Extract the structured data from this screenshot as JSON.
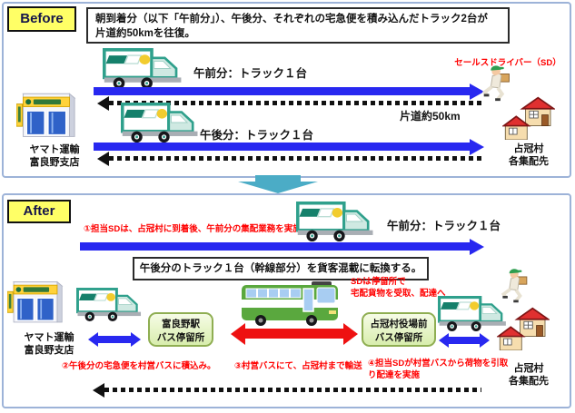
{
  "colors": {
    "panel_border": "#9db3d8",
    "tag_bg": "#ffff66",
    "arrow_blue": "#2828f0",
    "arrow_red": "#ee1111",
    "annotation_red": "#ff0000",
    "transition_teal": "#4bacc6",
    "bus_stop_bg": "#e4f3c3",
    "bus_stop_border": "#8fae52",
    "truck_teal": "#2fa08c"
  },
  "icons": {
    "truck": "delivery-truck-icon",
    "bus": "village-bus-icon",
    "depot": "depot-building-icon",
    "houses": "destination-houses-icon",
    "person": "sales-driver-icon",
    "transition": "down-arrow-icon"
  },
  "before": {
    "tag": "Before",
    "headline": "朝到着分（以下「午前分」）、午後分、それぞれの宅急便を積み込んだトラック2台が\n片道約50kmを往復。",
    "morning_trip": "午前分：トラック１台",
    "afternoon_trip": "午後分：トラック１台",
    "distance": "片道約50km",
    "sales_driver": "セールスドライバー（SD）",
    "depot": "ヤマト運輸\n富良野支店",
    "destination": "占冠村\n各集配先"
  },
  "after": {
    "tag": "After",
    "step1": "①担当SDは、占冠村に到着後、午前分の集配業務を実施",
    "morning_trip": "午前分：トラック１台",
    "headline": "午後分のトラック１台（幹線部分）を貨客混載に転換する。",
    "sd_note": "SDは停留所で\n宅配貨物を受取、配達へ",
    "bus_stop_furano": "富良野駅\nバス停留所",
    "bus_stop_shimukappu": "占冠村役場前\nバス停留所",
    "step2": "②午後分の宅急便を村営バスに積込み。",
    "step3": "③村営バスにて、占冠村まで輸送",
    "step4": "④担当SDが村営バスから荷物を引取\nり配達を実施",
    "depot": "ヤマト運輸\n富良野支店",
    "destination": "占冠村\n各集配先"
  }
}
